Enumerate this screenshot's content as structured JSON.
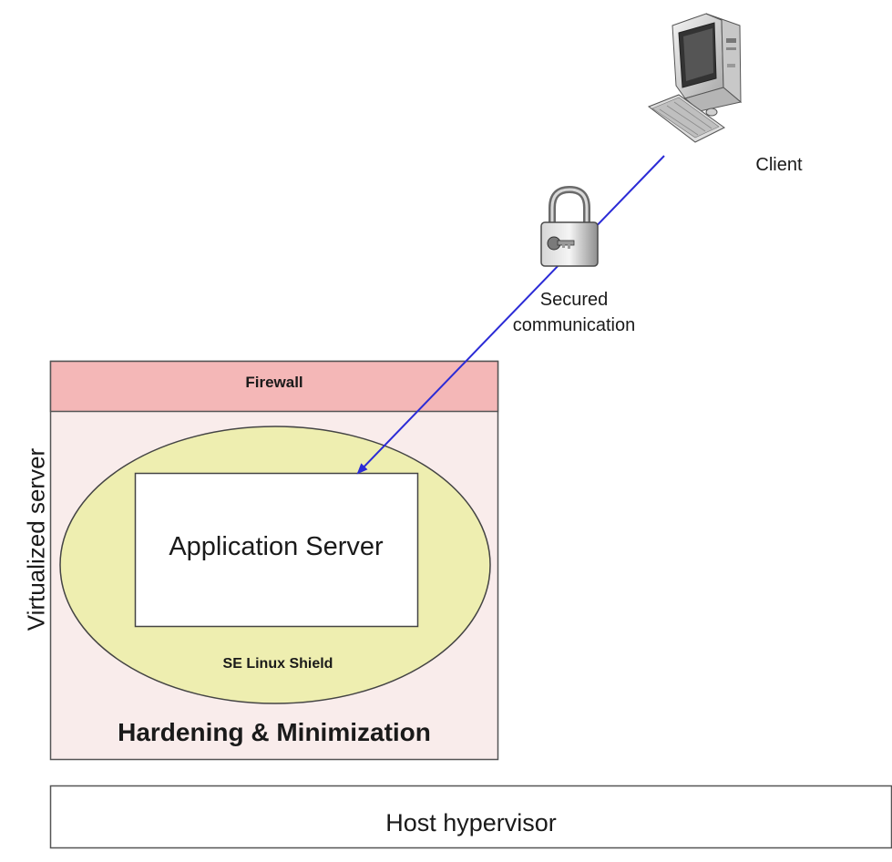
{
  "labels": {
    "client": "Client",
    "secured_line1": "Secured",
    "secured_line2": "communication",
    "virtualized_server": "Virtualized server",
    "firewall": "Firewall",
    "application_server": "Application Server",
    "se_linux_shield": "SE Linux Shield",
    "hardening": "Hardening & Minimization",
    "host_hypervisor": "Host hypervisor"
  },
  "icons": {
    "client": "computer-icon",
    "secure": "padlock-icon"
  },
  "colors": {
    "firewall_fill": "#f4b7b7",
    "server_fill": "#f9eceb",
    "shield_fill": "#eeeeb0",
    "arrow": "#2b2bd6",
    "border": "#555555"
  }
}
